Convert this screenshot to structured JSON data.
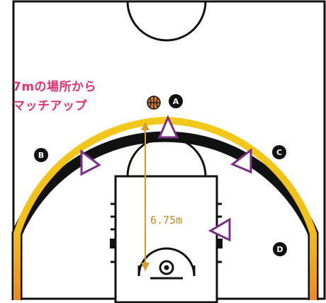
{
  "title": {
    "line1": "7mの場所から",
    "line2": "マッチアップ"
  },
  "distance_label": "6.75m",
  "players": [
    {
      "label": "A"
    },
    {
      "label": "B"
    },
    {
      "label": "C"
    },
    {
      "label": "D"
    }
  ],
  "icons": [
    "basketball-icon",
    "triangle-marker-icon"
  ],
  "colors": {
    "title": "#e23170",
    "three_point_arc": "#f0c419",
    "arc_gradient_end": "#ec8a1f",
    "distance": "#d79a2b",
    "triangle": "#7a2e84",
    "lines": "#111111"
  }
}
